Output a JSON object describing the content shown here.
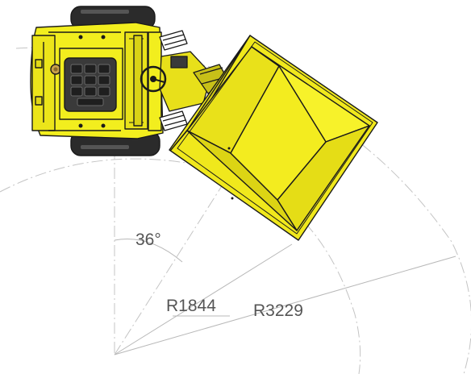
{
  "dimensions": {
    "angle_label": "36°",
    "inner_radius_label": "R1844",
    "outer_radius_label": "R3229"
  },
  "colors": {
    "machine_yellow": "#f2ee1e",
    "machine_yellow_dark": "#c9c20a",
    "outline": "#1a1a1a",
    "tire": "#2b2b2b",
    "dimension_line": "#bdbdbd",
    "dimension_text": "#555555"
  }
}
